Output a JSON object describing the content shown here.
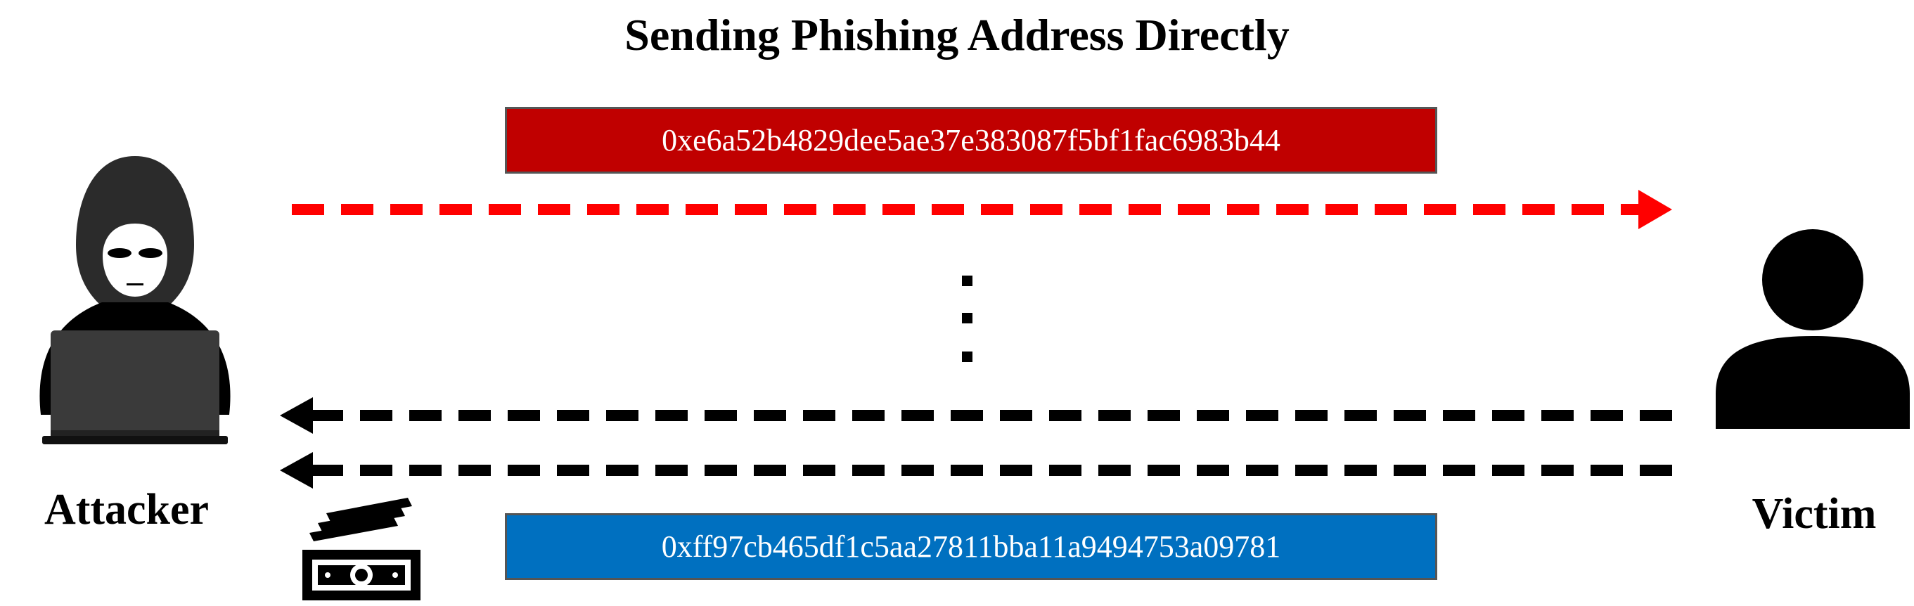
{
  "title": "Sending Phishing Address Directly",
  "messages": {
    "phishing_address": "0xe6a52b4829dee5ae37e383087f5bf1fac6983b44",
    "victim_address": "0xff97cb465df1c5aa27811bba11a9494753a09781"
  },
  "actors": {
    "attacker": "Attacker",
    "victim": "Victim"
  },
  "colors": {
    "phishing_box": "#c00000",
    "victim_box": "#0070c0",
    "phishing_arrow": "#ff0000",
    "return_arrows": "#000000"
  },
  "icons": {
    "attacker": "hooded-hacker-laptop-icon",
    "victim": "person-silhouette-icon",
    "payment": "money-bills-icon",
    "continuation": "vertical-ellipsis-icon"
  }
}
